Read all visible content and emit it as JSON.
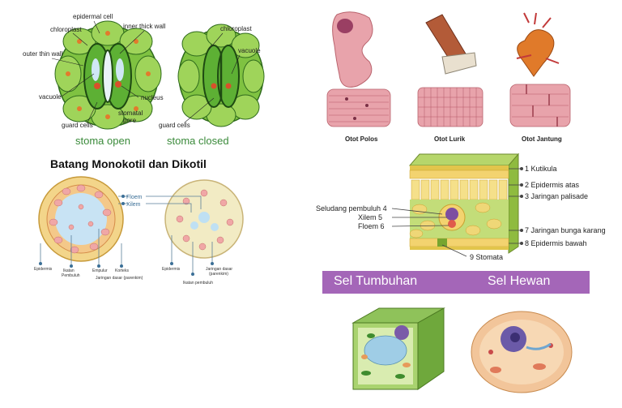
{
  "stoma": {
    "labels": {
      "epidermal_cell": "epidermal cell",
      "chloroplast_left": "chloroplast",
      "inner_thick_wall": "inner thick wall",
      "outer_thin_wall": "outer thin wall",
      "vacuole_left": "vacuole",
      "guard_cells_left": "guard cells",
      "stomatal_pore": "stomatal\npore",
      "nucleus": "nucleus",
      "chloroplast_right": "chloroplast",
      "vacuole_right": "vacuole",
      "guard_cells_right": "guard cells"
    },
    "captions": {
      "open": "stoma open",
      "closed": "stoma closed"
    }
  },
  "batang": {
    "title": "Batang Monokotil dan Dikotil",
    "labels": {
      "floem": "Floem",
      "xilem": "Xilem",
      "epidermis_left": "Epidermis",
      "ikatan_pembuluh_left": "Ikatan\nPembuluh",
      "empulur": "Empulur",
      "korteks": "Korteks",
      "jaringan_dasar_left": "Jaringan dasar (parenkim)",
      "epidermis_right": "Epidermis",
      "jaringan_dasar_right": "Jaringan dasar\n(parenkim)",
      "ikatan_pembuluh_right": "Ikatan pembuluh"
    }
  },
  "otot": {
    "labels": [
      "Otot Polos",
      "Otot Lurik",
      "Otot Jantung"
    ],
    "colors": {
      "muscle": "#e8a3ab",
      "stripe": "#c9707c",
      "heart": "#e07a2a"
    }
  },
  "daun": {
    "labels_right": [
      "1 Kutikula",
      "2 Epidermis atas",
      "3 Jaringan palisade",
      "7 Jaringan bunga karang",
      "8 Epidermis bawah"
    ],
    "labels_left": [
      "Seludang pembuluh 4",
      "Xilem 5",
      "Floem 6"
    ],
    "stomata": "9 Stomata"
  },
  "sel": {
    "banner_left": "Sel Tumbuhan",
    "banner_right": "Sel Hewan",
    "banner_color": "#a466b8"
  }
}
